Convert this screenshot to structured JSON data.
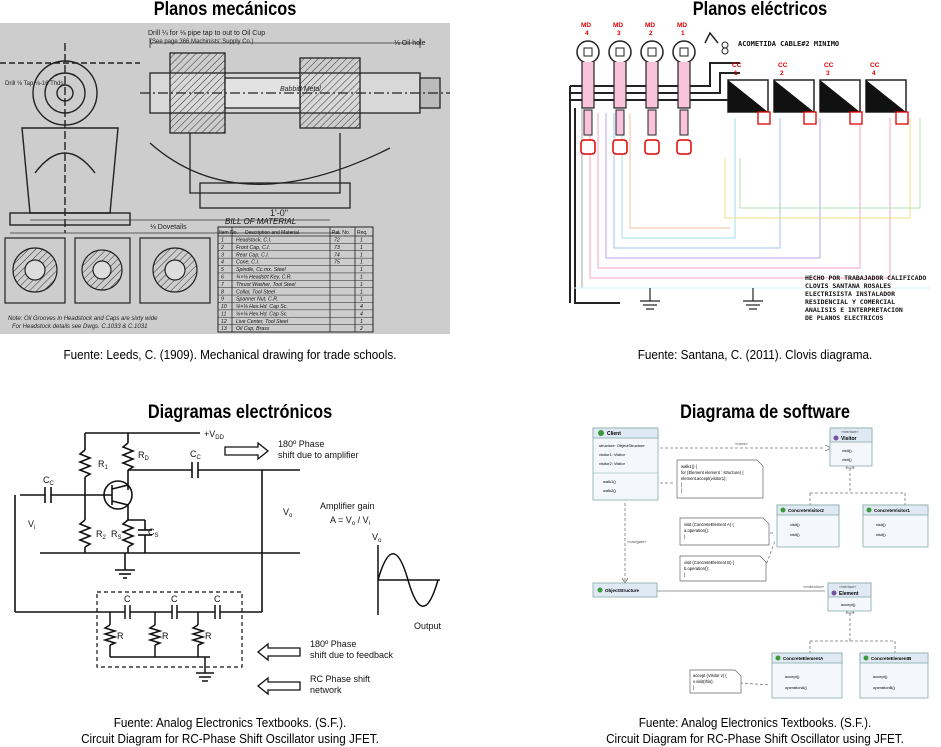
{
  "panels": {
    "mech": {
      "title": "Planos mecánicos",
      "caption": "Fuente: Leeds, C. (1909). Mechanical drawing for trade schools.",
      "labels": {
        "drill_note": "Drill ¼ for ⅛ pipe tap to out to Oil Cup",
        "drill_note2": "(See page 366 Machinists' Supply Co.)",
        "oil_hole": "⅛ Oil hole",
        "babbitt": "Babbitt Metal",
        "drill_tap": "Drill ⅛ Tap ⅛-16 Thds.",
        "dovetails": "⅛ Dovetails",
        "length": "1'-0\"",
        "note": "Note: Oil Grooves in Headstock and Caps are sixty wide",
        "note2": "For Headstock details see Dwgs. C.1033 & C.1031"
      },
      "bom": {
        "title": "BILL OF MATERIAL",
        "headers": [
          "Item No.",
          "Description and Material",
          "Pat. No.",
          "Req."
        ],
        "rows": [
          [
            "1",
            "Headstock, C.I.",
            "72",
            "1"
          ],
          [
            "2",
            "Front Cap, C.I.",
            "73",
            "1"
          ],
          [
            "3",
            "Rear Cap, C.I.",
            "74",
            "1"
          ],
          [
            "4",
            "Cone, C.I.",
            "75",
            "1"
          ],
          [
            "5",
            "Spindle, Cc.mx. Steel",
            "",
            "1"
          ],
          [
            "6",
            "¾×⅛ Headstrt Key, C.R.",
            "",
            "1"
          ],
          [
            "7",
            "Thrust Washer, Tool Steel",
            "",
            "1"
          ],
          [
            "8",
            "Collar, Tool Steel",
            "",
            "1"
          ],
          [
            "9",
            "Spanner Nut, C.R.",
            "",
            "1"
          ],
          [
            "10",
            "⅛×⅛ Hex.Hd. Cap Sc.",
            "",
            "4"
          ],
          [
            "11",
            "⅛×⅛ Hex.Hd. Cap Sc.",
            "",
            "4"
          ],
          [
            "12",
            "Live Center, Tool Steel",
            "",
            "1"
          ],
          [
            "13",
            "Oil Cup, Brass",
            "",
            "2"
          ]
        ]
      }
    },
    "elec": {
      "title": "Planos eléctricos",
      "caption": "Fuente: Santana, C. (2011). Clovis diagrama.",
      "md_labels": [
        "MD\n4",
        "MD\n3",
        "MD\n2",
        "MD\n1"
      ],
      "cc_labels": [
        "CC\n1",
        "CC\n2",
        "CC\n3",
        "CC\n4"
      ],
      "acometida": "ACOMETIDA CABLE#2 MINIMO",
      "credits": [
        "HECHO POR TRABAJADOR CALIFICADO",
        "CLOVIS SANTANA ROSALES",
        "ELECTRISISTA INSTALADOR",
        "RESIDENCIAL Y COMERCIAL",
        "ANALISIS E INTERPRETACION",
        "DE PLANOS ELECTRICOS"
      ]
    },
    "electronic": {
      "title": "Diagramas electrónicos",
      "caption_line1": "Fuente: Analog Electronics Textbooks. (S.F.).",
      "caption_line2": "Circuit Diagram for RC-Phase Shift Oscillator using JFET.",
      "labels": {
        "vdd": "+V",
        "vdd_sub": "DD",
        "r1": "R",
        "r1_sub": "1",
        "rd": "R",
        "rd_sub": "D",
        "r2": "R",
        "r2_sub": "2",
        "rs": "R",
        "rs_sub": "S",
        "cs": "C",
        "cs_sub": "S",
        "cc_left": "C",
        "cc_left_sub": "C",
        "cc_right": "C",
        "cc_right_sub": "C",
        "vi": "V",
        "vi_sub": "i",
        "vo": "V",
        "vo_sub": "o",
        "vo_out": "V",
        "vo_out_sub": "o",
        "phase_amp_1": "180º Phase",
        "phase_amp_2": "shift due to amplifier",
        "gain_1": "Amplifier gain",
        "gain_2": "A = V",
        "gain_2b": "o",
        "gain_2c": " / V",
        "gain_2d": "i",
        "phase_fb_1": "180º Phase",
        "phase_fb_2": "shift due to feedback",
        "rc_net_1": "RC Phase shift",
        "rc_net_2": "network",
        "output": "Output",
        "c": "C",
        "r": "R"
      }
    },
    "software": {
      "title": "Diagrama de software",
      "caption_line1": "Fuente: Analog Electronics Textbooks. (S.F.).",
      "caption_line2": "Circuit Diagram for RC-Phase Shift Oscillator using JFET.",
      "classes": {
        "client": {
          "name": "Client",
          "fields": [
            "structure: ObjectStructure",
            "visitor1: Visitor",
            "visitor2: Visitor"
          ],
          "methods": [
            "walk1()",
            "walk2()"
          ]
        },
        "visitor": {
          "stereotype": "«interface»",
          "name": "Visitor",
          "methods": [
            "visit()",
            "visit()"
          ]
        },
        "cv2": {
          "name": "ConcreteVisitor2",
          "methods": [
            "visit()",
            "visit()"
          ]
        },
        "cv1": {
          "name": "ConcreteVisitor1",
          "methods": [
            "visit()",
            "visit()"
          ]
        },
        "objstruct": {
          "name": "ObjectStructure"
        },
        "element": {
          "stereotype": "«interface»",
          "name": "Element",
          "methods": [
            "accept()"
          ]
        },
        "cea": {
          "name": "ConcreteElementA",
          "methods": [
            "accept()",
            "operationA()"
          ]
        },
        "ceb": {
          "name": "ConcreteElementB",
          "methods": [
            "accept()",
            "operationB()"
          ]
        }
      },
      "notes": {
        "walk": [
          "walk1() {",
          "  for (Element element : structure) {",
          "    element.accept(visitor1);",
          "  }",
          "}"
        ],
        "visitA": [
          "visit (ConcreteElement A) {",
          "  a.operation();",
          "}"
        ],
        "visitB": [
          "visit (ConcreteElement B) {",
          "  b.operation();",
          "}"
        ],
        "accept": [
          "accept (Visitor v) {",
          "  v.visit(this);",
          "}"
        ]
      },
      "rel_labels": {
        "uses": "«uses»",
        "navigate": "«navigate»",
        "collection": "«collection»"
      },
      "colors": {
        "class_header": "#dfe9f3",
        "class_fill": "#f4f8fc",
        "badge_class": "#3a9a3a",
        "badge_iface": "#7b4fa0",
        "note_fill": "#ffffff"
      }
    }
  }
}
